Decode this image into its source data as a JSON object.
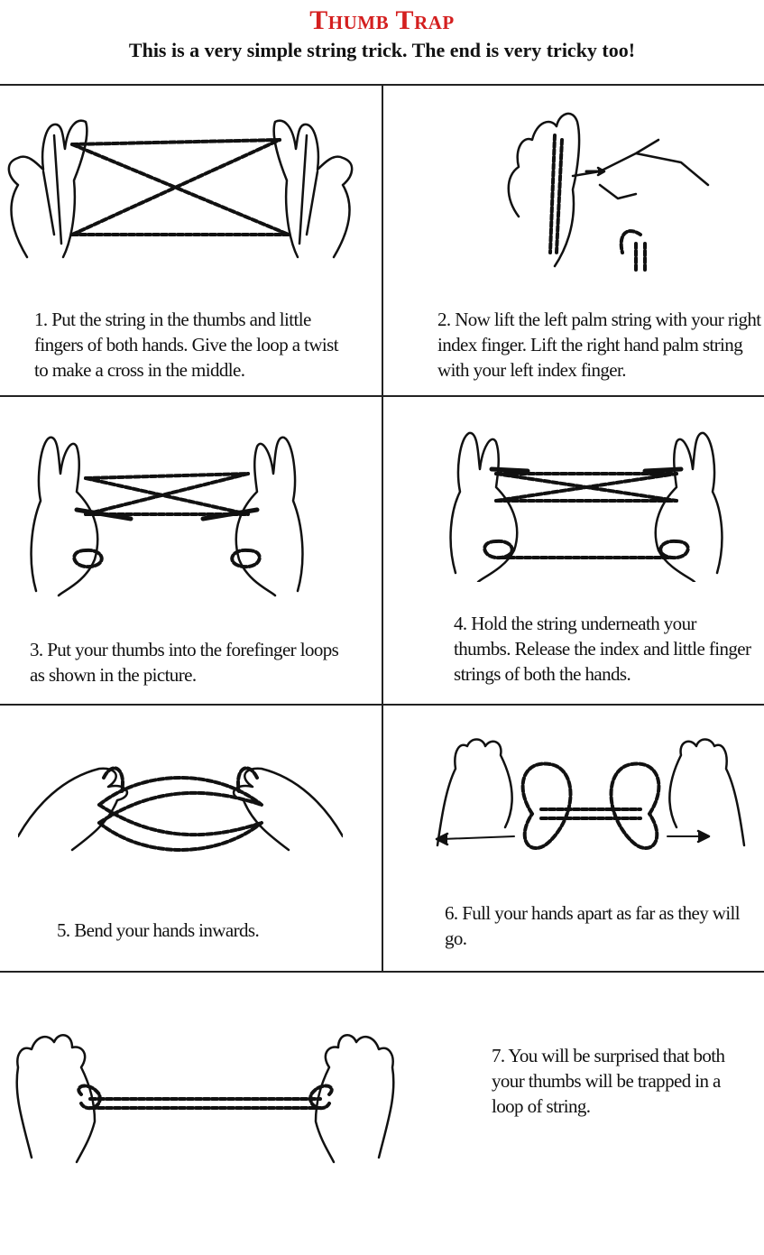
{
  "header": {
    "title": "Thumb Trap",
    "subtitle": "This is a very simple string trick. The end is very tricky too!"
  },
  "steps": [
    {
      "text": "1. Put the string in the thumbs and little fingers of both hands. Give the loop a twist to make a cross in the middle.",
      "illustration": "hands-string-cross"
    },
    {
      "text": "2. Now lift the left palm string with your right index finger. Lift the right hand palm string with your left index finger.",
      "illustration": "index-finger-lift"
    },
    {
      "text": "3. Put your thumbs into the forefinger loops as shown in the picture.",
      "illustration": "thumbs-into-loops"
    },
    {
      "text": "4. Hold the string underneath your thumbs. Release the index and little finger strings of both the hands.",
      "illustration": "release-strings"
    },
    {
      "text": "5. Bend your hands inwards.",
      "illustration": "bend-hands"
    },
    {
      "text": "6. Full your hands apart as far as they will go.",
      "illustration": "pull-apart-arrows"
    },
    {
      "text": "7. You will be surprised that both your thumbs will be trapped in a loop of string.",
      "illustration": "thumbs-trapped"
    }
  ]
}
